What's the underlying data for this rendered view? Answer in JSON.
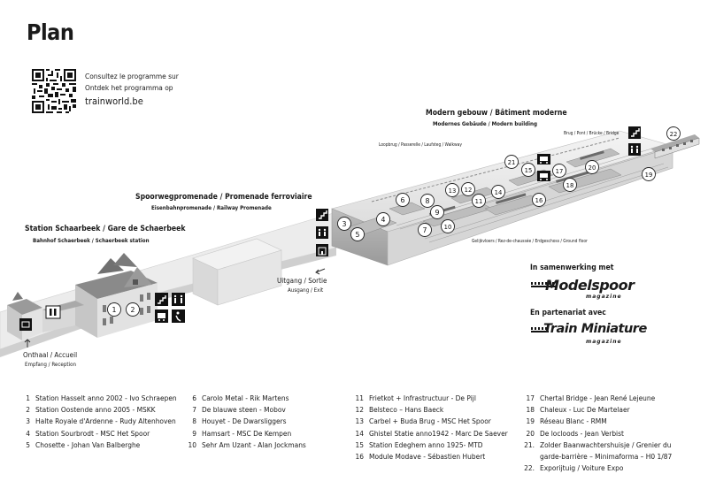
{
  "title": "Plan",
  "promo": {
    "line1": "Consultez le programme sur",
    "line2": "Ontdek het programma op",
    "url": "trainworld.be"
  },
  "labels": {
    "modern_title": "Modern gebouw / Bâtiment moderne",
    "modern_sub": "Modernes Gebäude / Modern building",
    "loopbrug": "Loopbrug / Passerelle / Laufsteg / Walkway",
    "brug": "Brug / Pont / Brücke / Bridge",
    "promenade_title": "Spoorwegpromenade / Promenade ferroviaire",
    "promenade_sub": "Eisenbahnpromenade / Railway Promenade",
    "station_title": "Station Schaarbeek / Gare de Schaerbeek",
    "station_sub": "Bahnhof Schaerbeek / Schaerbeek station",
    "ground": "Gelijkvloers / Rez-de-chaussée / Erdgeschoss / Ground floor",
    "exit_title": "Uitgang / Sortie",
    "exit_sub": "Ausgang / Exit",
    "reception_title": "Onthaal / Accueil",
    "reception_sub": "Empfang / Reception"
  },
  "partners": {
    "nl": "In samenwerking met",
    "fr": "En partenariat avec",
    "logo1": "Modelspoor",
    "logo1_sub": "magazine",
    "logo2": "Train Miniature",
    "logo2_sub": "magazine"
  },
  "markers": [
    "1",
    "2",
    "3",
    "4",
    "5",
    "6",
    "7",
    "8",
    "9",
    "10",
    "11",
    "12",
    "13",
    "14",
    "15",
    "16",
    "17",
    "18",
    "19",
    "20",
    "21",
    "22"
  ],
  "legend": {
    "col1": [
      {
        "num": "1",
        "text": "Station Hasselt anno 2002 - Ivo Schraepen"
      },
      {
        "num": "2",
        "text": "Station Oostende anno 2005 - MSKK"
      },
      {
        "num": "3",
        "text": "Halte Royale d'Ardenne - Rudy Altenhoven"
      },
      {
        "num": "4",
        "text": "Station Sourbrodt - MSC Het Spoor"
      },
      {
        "num": "5",
        "text": "Chosette - Johan Van Balberghe"
      }
    ],
    "col2": [
      {
        "num": "6",
        "text": "Carolo Metal - Rik Martens"
      },
      {
        "num": "7",
        "text": "De blauwe steen - Mobov"
      },
      {
        "num": "8",
        "text": "Houyet - De Dwarsliggers"
      },
      {
        "num": "9",
        "text": "Hamsart - MSC De Kempen"
      },
      {
        "num": "10",
        "text": "Sehr Am Uzant - Alan Jockmans"
      }
    ],
    "col3": [
      {
        "num": "11",
        "text": "Frietkot + Infrastructuur - De Pijl"
      },
      {
        "num": "12",
        "text": "Belsteco – Hans Baeck"
      },
      {
        "num": "13",
        "text": "Carbel + Buda Brug - MSC Het Spoor"
      },
      {
        "num": "14",
        "text": "Ghistel Statie anno1942 - Marc De Saever"
      },
      {
        "num": "15",
        "text": "Station Edeghem anno 1925- MTD"
      },
      {
        "num": "16",
        "text": "Module Modave - Sébastien Hubert"
      }
    ],
    "col4": [
      {
        "num": "17",
        "text": "Chertal Bridge - Jean René Lejeune"
      },
      {
        "num": "18",
        "text": "Chaleux - Luc De Martelaer"
      },
      {
        "num": "19",
        "text": "Réseau Blanc - RMM"
      },
      {
        "num": "20",
        "text": "De locloods - Jean Verbist"
      },
      {
        "num": "21.",
        "text": "Zolder Baanwachtershuisje / Grenier du"
      },
      {
        "num": "",
        "text": "garde-barrière – Minimaforma – H0 1/87"
      },
      {
        "num": "22.",
        "text": "Exporijtuig / Voiture Expo"
      }
    ]
  }
}
